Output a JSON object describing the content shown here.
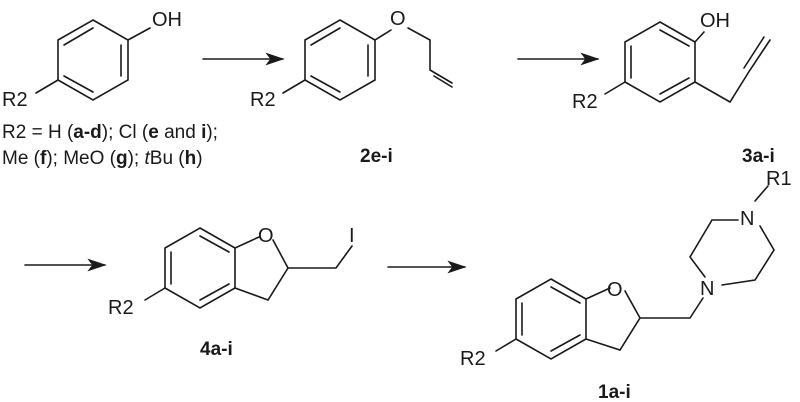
{
  "atoms": {
    "oh": "OH",
    "o": "O",
    "r2": "R2",
    "r1": "R1",
    "n": "N",
    "i": "I"
  },
  "labels": {
    "c2": "2e-i",
    "c3": "3a-i",
    "c4": "4a-i",
    "c1": "1a-i"
  },
  "substituents": {
    "line1": [
      {
        "text": "R2 = H (",
        "bold": false
      },
      {
        "text": "a-d",
        "bold": true
      },
      {
        "text": "); Cl (",
        "bold": false
      },
      {
        "text": "e",
        "bold": true
      },
      {
        "text": " and ",
        "bold": false
      },
      {
        "text": "i",
        "bold": true
      },
      {
        "text": ");",
        "bold": false
      }
    ],
    "line2": [
      {
        "text": "Me (",
        "bold": false
      },
      {
        "text": "f",
        "bold": true
      },
      {
        "text": "); MeO (",
        "bold": false
      },
      {
        "text": "g",
        "bold": true
      },
      {
        "text": "); ",
        "bold": false
      },
      {
        "text": "t",
        "italic": true
      },
      {
        "text": "Bu (",
        "bold": false
      },
      {
        "text": "h",
        "bold": true
      },
      {
        "text": ")",
        "bold": false
      }
    ]
  }
}
